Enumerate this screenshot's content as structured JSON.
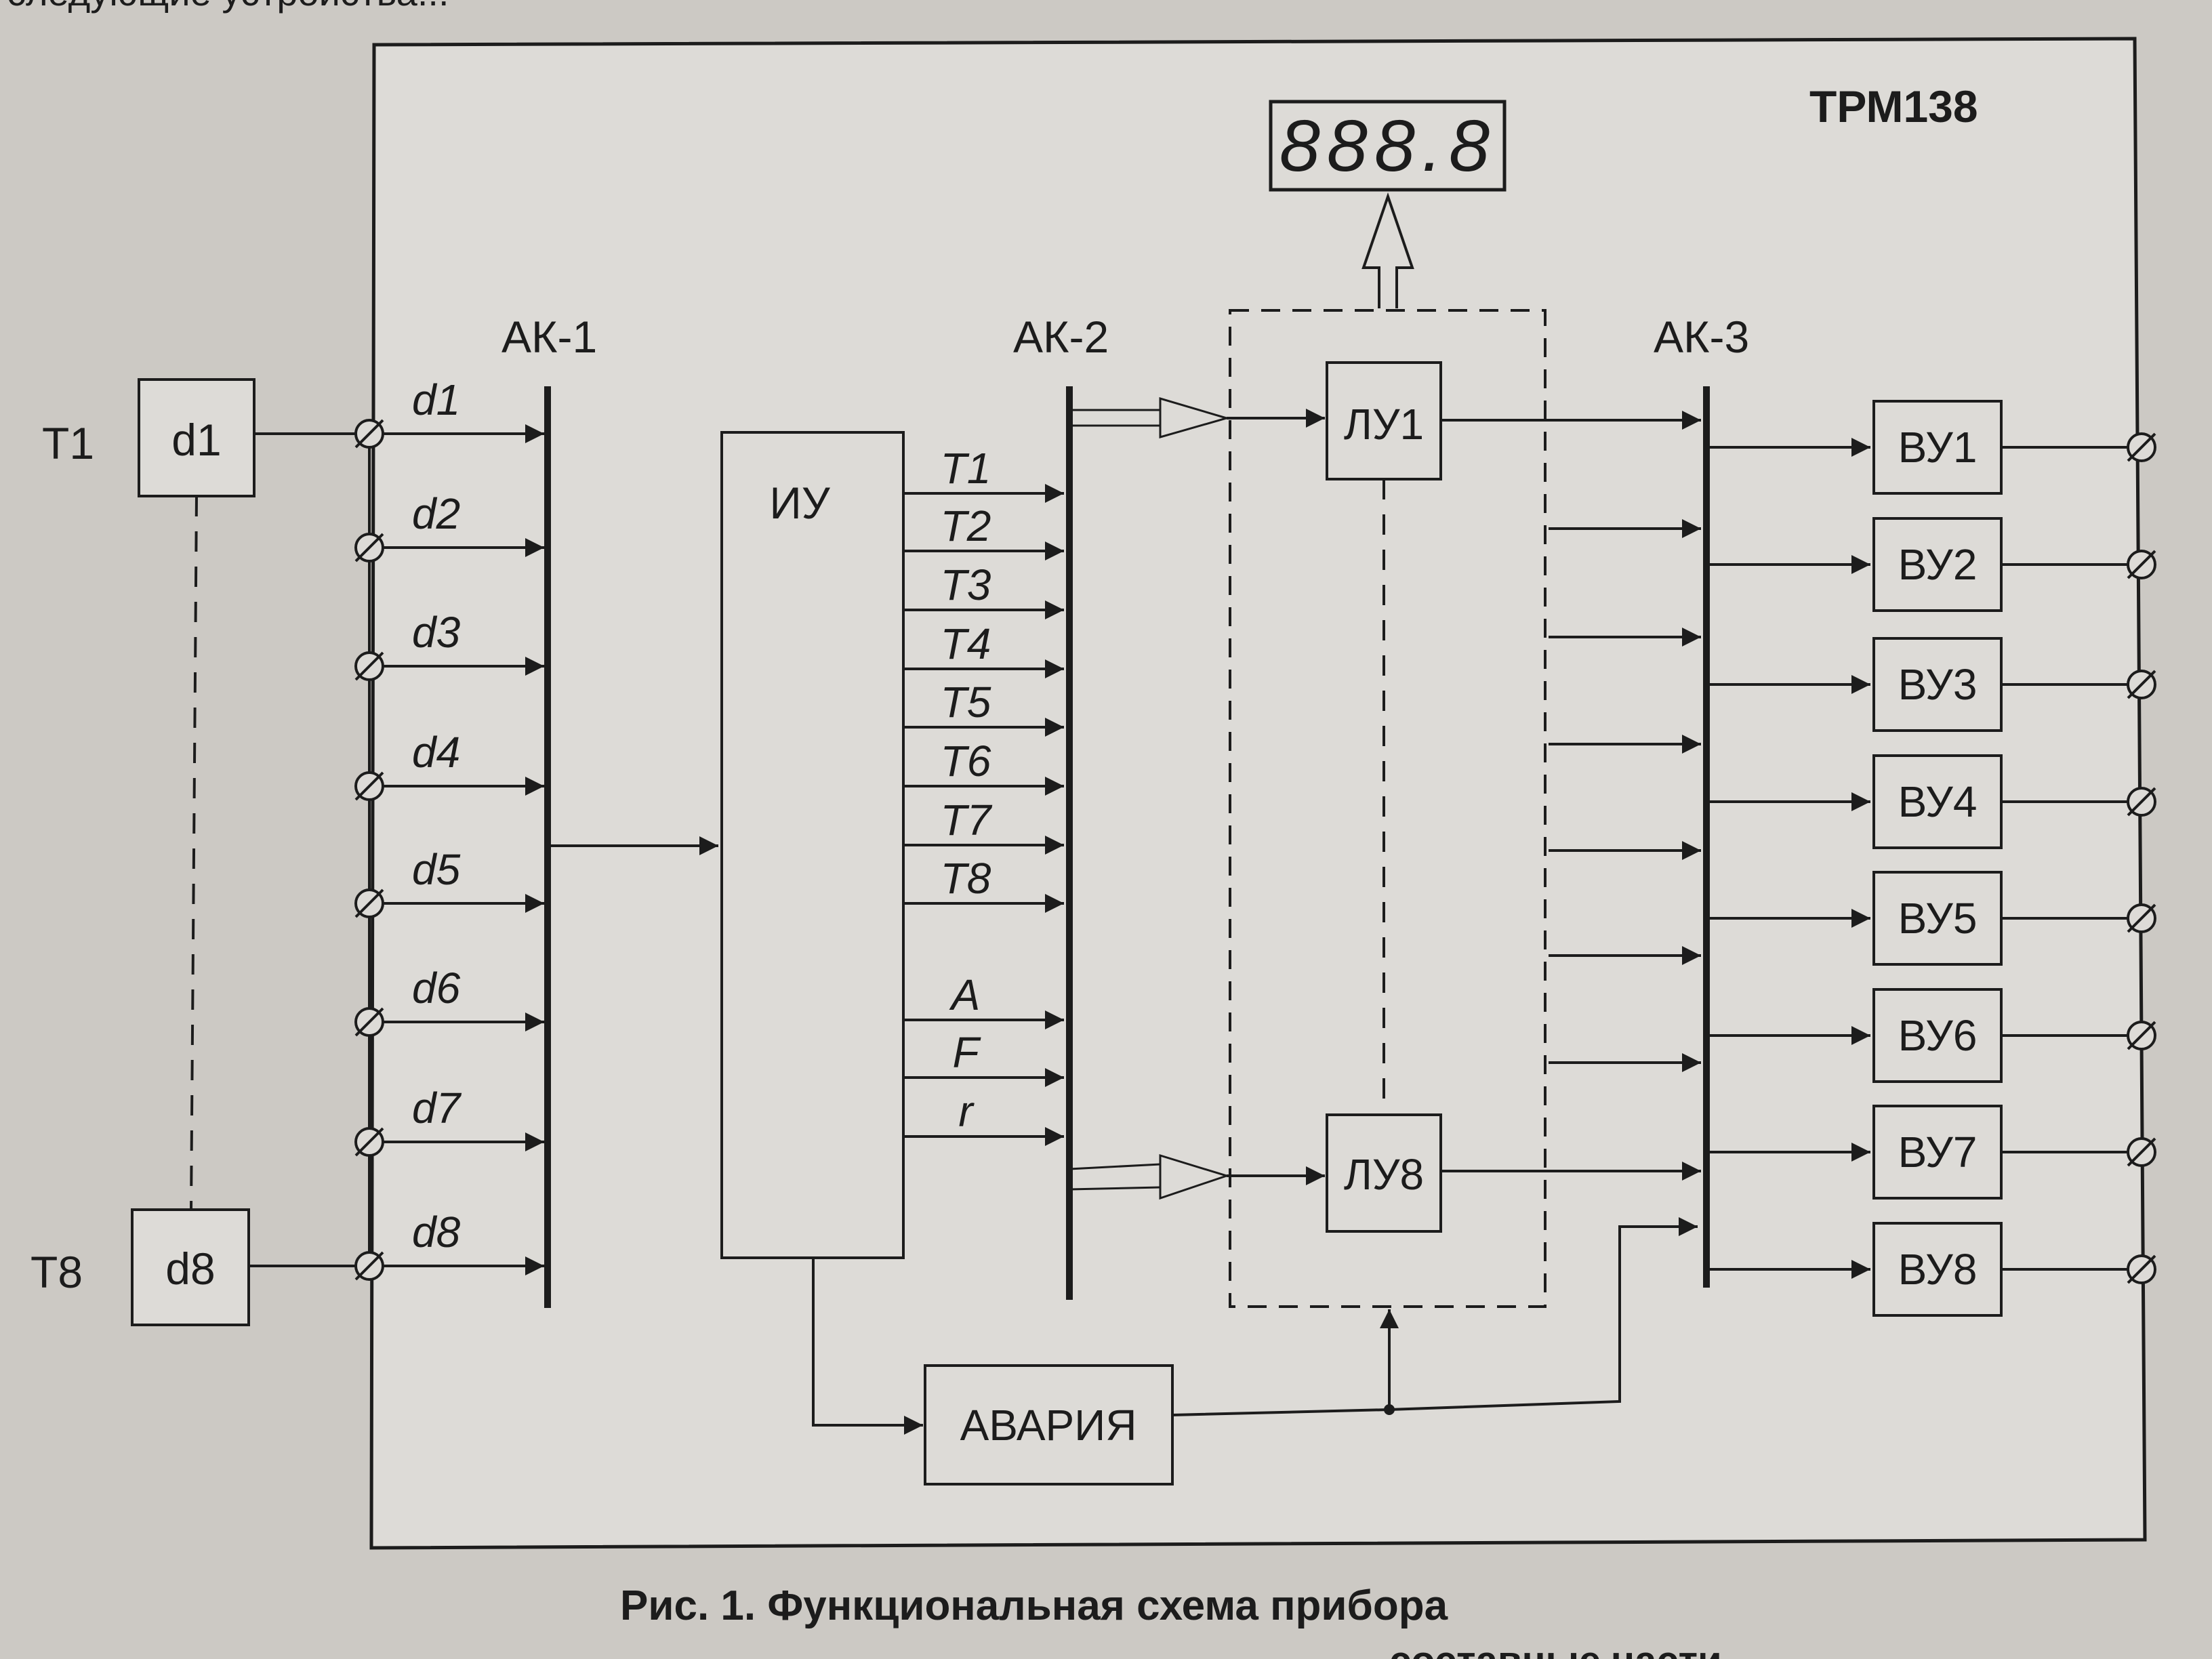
{
  "device": {
    "title": "ТРМ138"
  },
  "display": {
    "readout": "888.8"
  },
  "inputs": {
    "top_label": "Т1",
    "bottom_label": "Т8",
    "top_sensor": "d1",
    "bottom_sensor": "d8",
    "channels": [
      "d1",
      "d2",
      "d3",
      "d4",
      "d5",
      "d6",
      "d7",
      "d8"
    ]
  },
  "commutators": {
    "ak1": "АК-1",
    "ak2": "АК-2",
    "ak3": "АК-3"
  },
  "measurement_unit": {
    "label": "ИУ",
    "outputs": [
      "T1",
      "T2",
      "T3",
      "T4",
      "T5",
      "T6",
      "T7",
      "T8"
    ],
    "extra_outputs": [
      "A",
      "F",
      "r"
    ]
  },
  "logic_units": [
    "ЛУ1",
    "ЛУ8"
  ],
  "output_units": [
    "ВУ1",
    "ВУ2",
    "ВУ3",
    "ВУ4",
    "ВУ5",
    "ВУ6",
    "ВУ7",
    "ВУ8"
  ],
  "alarm": {
    "label": "АВАРИЯ"
  },
  "caption": "Рис. 1. Функциональная схема прибора",
  "top_cutoff_text": "следующие устройства...",
  "bottom_cutoff_text": "составные части"
}
